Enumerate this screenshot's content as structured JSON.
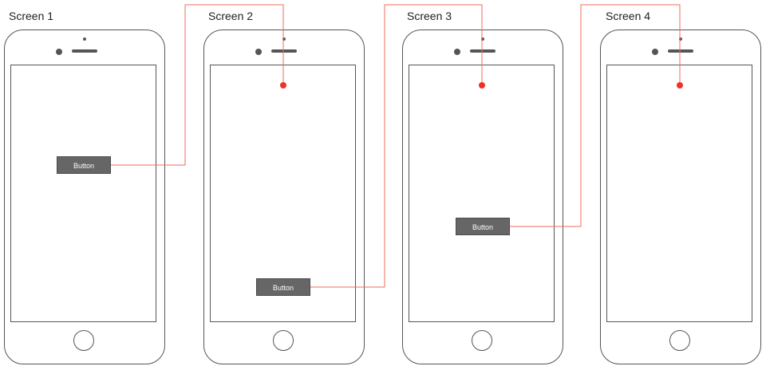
{
  "screens": [
    {
      "title": "Screen 1",
      "button_label": "Button"
    },
    {
      "title": "Screen 2",
      "button_label": "Button"
    },
    {
      "title": "Screen 3",
      "button_label": "Button"
    },
    {
      "title": "Screen 4"
    }
  ],
  "colors": {
    "link_line": "#f26b5b",
    "link_dot": "#ee3124",
    "button_fill": "#666666",
    "phone_outline": "#555555"
  }
}
